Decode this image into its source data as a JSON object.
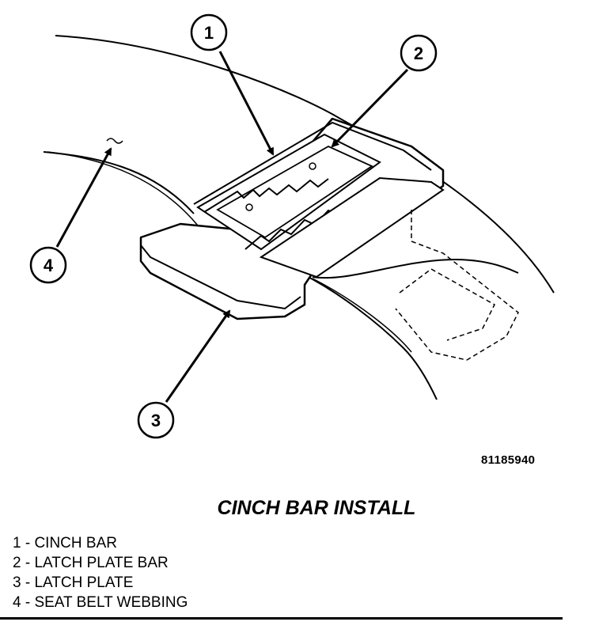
{
  "figure": {
    "id_label": "81185940",
    "title": "CINCH BAR INSTALL",
    "callouts": [
      {
        "number": "1"
      },
      {
        "number": "2"
      },
      {
        "number": "3"
      },
      {
        "number": "4"
      }
    ]
  },
  "legend": [
    {
      "text": "1 - CINCH BAR"
    },
    {
      "text": "2 - LATCH PLATE BAR"
    },
    {
      "text": "3 - LATCH PLATE"
    },
    {
      "text": "4 - SEAT BELT WEBBING"
    }
  ]
}
